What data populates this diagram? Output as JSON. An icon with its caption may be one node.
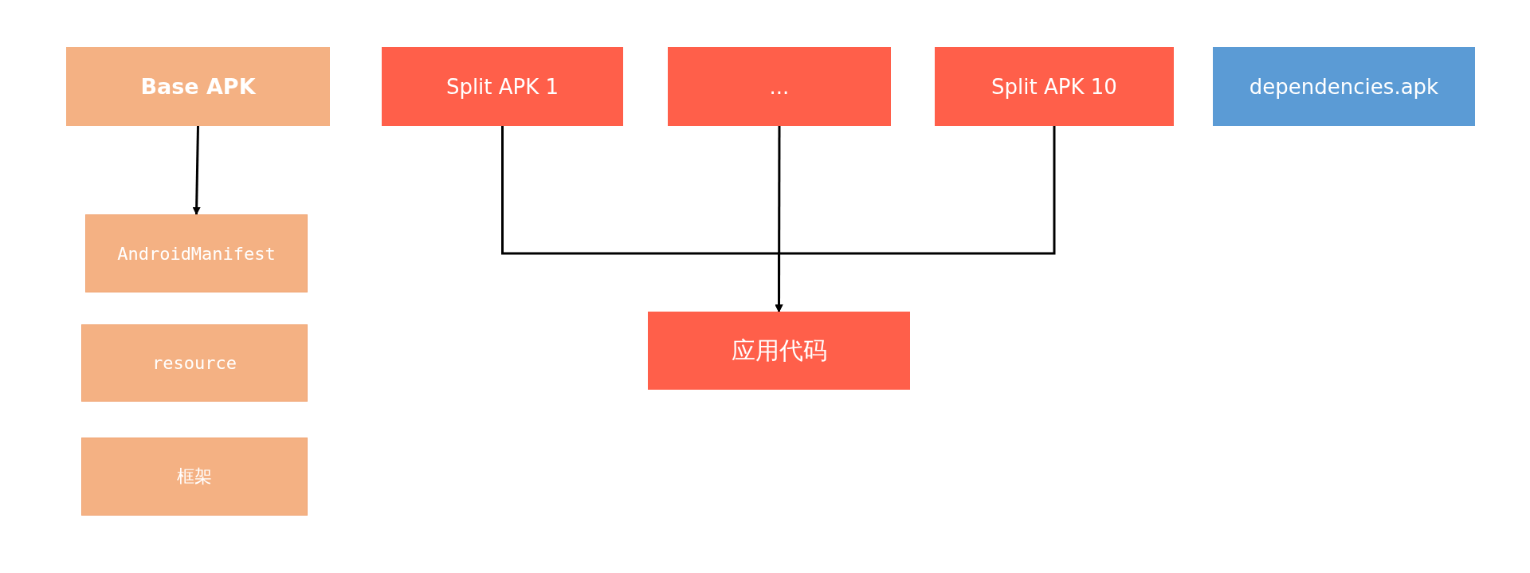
{
  "diagram": {
    "nodes": [
      {
        "text": [
          "Base APK"
        ]
      },
      {
        "text": [
          "Split APK 1"
        ]
      },
      {
        "text": [
          "..."
        ]
      },
      {
        "text": [
          "Split APK 10"
        ]
      },
      {
        "text": [
          "dependencies.apk"
        ]
      },
      {
        "text": [
          "AndroidManifest"
        ]
      },
      {
        "text": [
          "resource"
        ]
      },
      {
        "text": [
          "框架"
        ]
      },
      {
        "text": [
          "应用代码"
        ]
      }
    ],
    "edges": [
      {
        "from": 0,
        "to": 5,
        "arrow": "to"
      },
      {
        "from": 1,
        "to": 8,
        "arrow": "to"
      },
      {
        "from": 2,
        "to": 8,
        "arrow": "to"
      },
      {
        "from": 3,
        "to": 8,
        "arrow": "to"
      }
    ]
  }
}
